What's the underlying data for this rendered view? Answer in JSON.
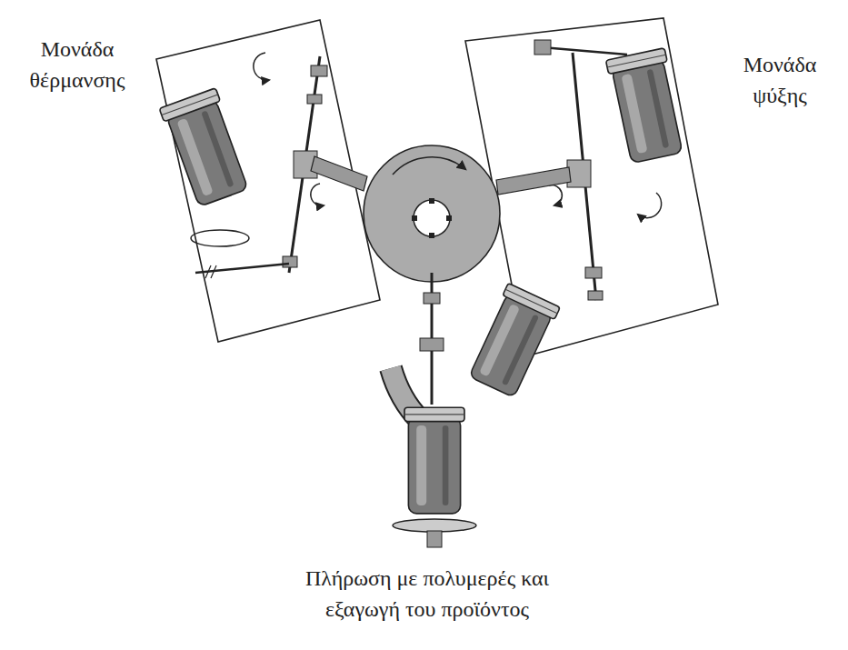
{
  "diagram": {
    "nodes": [
      {
        "text": [
          "Μονάδα θέρμανσης"
        ]
      },
      {
        "text": [
          "Μονάδα ψύξης"
        ]
      }
    ],
    "labels": [
      "Πλήρωση με πολυμερές και εξαγωγή του προϊόντος"
    ]
  }
}
